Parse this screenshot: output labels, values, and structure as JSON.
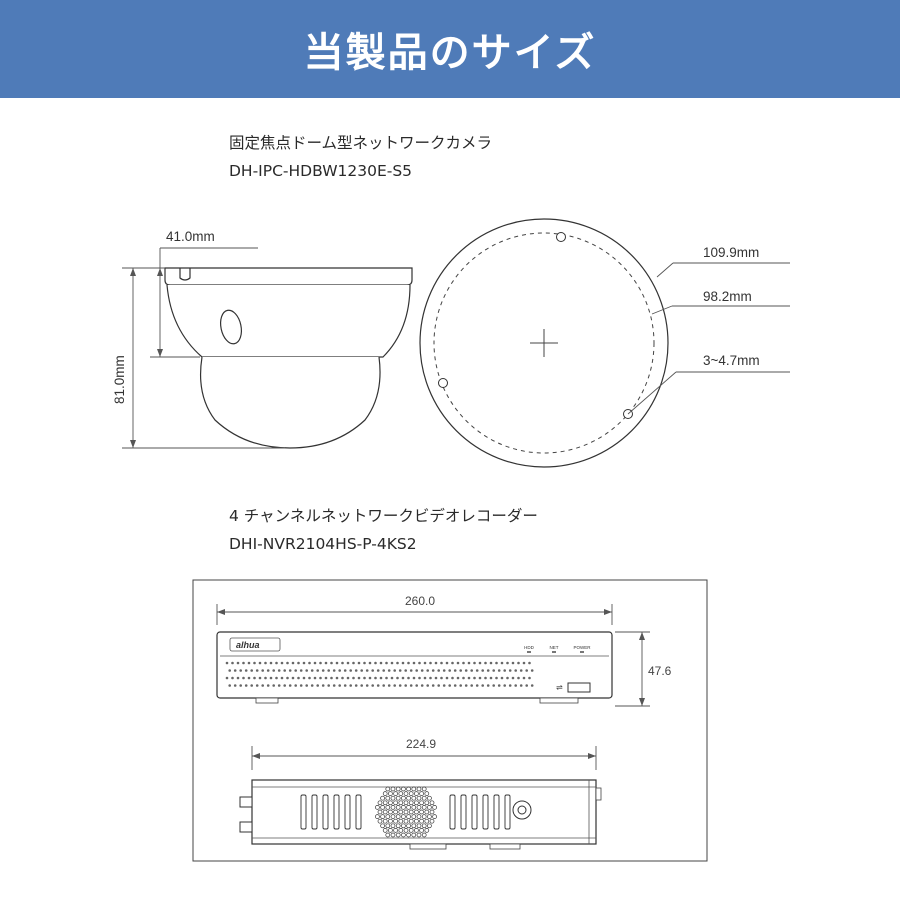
{
  "banner": {
    "title": "当製品のサイズ",
    "color": "#4f7bb8"
  },
  "camera": {
    "type_name": "固定焦点ドーム型ネットワークカメラ",
    "model": "DH-IPC-HDBW1230E-S5",
    "dimensions": {
      "height": "81.0mm",
      "base_height": "41.0mm",
      "outer_diameter": "109.9mm",
      "hole_circle_diameter": "98.2mm",
      "hole_size": "3~4.7mm"
    }
  },
  "recorder": {
    "type_name": "4 チャンネルネットワークビデオレコーダー",
    "model": "DHI-NVR2104HS-P-4KS2",
    "dimensions": {
      "front_width": "260.0",
      "height": "47.6",
      "side_depth": "224.9"
    },
    "brand_mark": "alhua",
    "indicators": [
      "HDD",
      "NET",
      "POWER"
    ]
  }
}
